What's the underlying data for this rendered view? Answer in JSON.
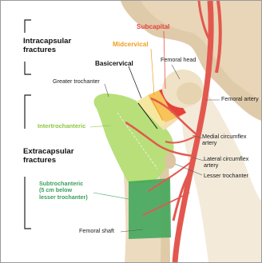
{
  "groups": {
    "intracapsular": "Intracapsular\nfractures",
    "extracapsular": "Extracapsular\nfractures"
  },
  "fracture_types": {
    "subcapital": "Subcapital",
    "midcervical": "Midcervical",
    "basicervical": "Basicervical",
    "intertrochanteric": "Intertrochanteric",
    "subtrochanteric": "Subtrochanteric\n(5 cm below\nlesser trochanter)"
  },
  "anatomy": {
    "femoral_head": "Femoral head",
    "greater_trochanter": "Greater trochanter",
    "femoral_artery": "Femoral artery",
    "medial_circumflex": "Medial circumflex\nartery",
    "lateral_circumflex": "Lateral circumflex\nartery",
    "lesser_trochanter": "Lesser trochanter",
    "femoral_shaft": "Femoral shaft"
  },
  "colors": {
    "subcapital": "#e5403a",
    "midcervical": "#f0a020",
    "basicervical": "#111111",
    "intertrochanteric": "#8cc63f",
    "subtrochanteric": "#3a9f5c",
    "artery": "#e2584f",
    "bone": "#eedcc0",
    "pelvis": "#e6d2b4"
  }
}
